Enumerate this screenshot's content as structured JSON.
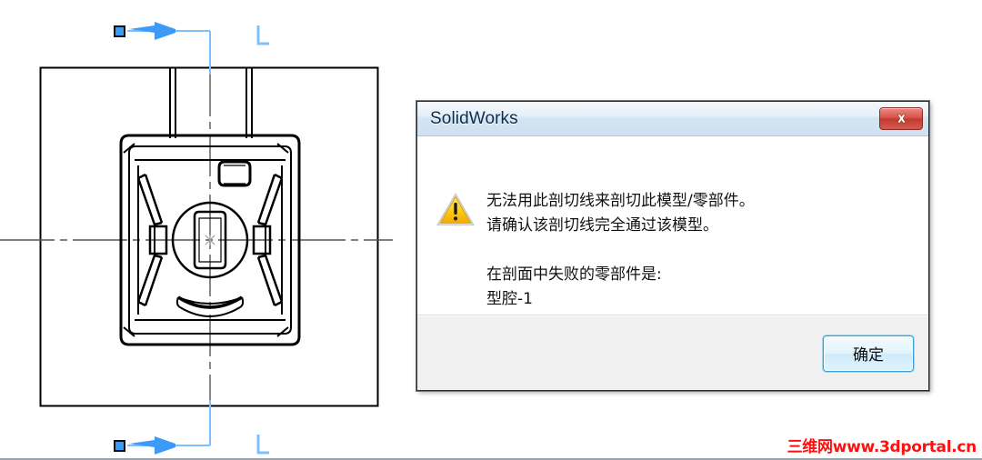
{
  "dialog": {
    "title": "SolidWorks",
    "close_label": "close-icon",
    "warning_icon": "warning-triangle-icon",
    "message_lines": [
      "无法用此剖切线来剖切此模型/零部件。",
      "请确认该剖切线完全通过该模型。",
      "",
      "在剖面中失败的零部件是:",
      "型腔-1"
    ],
    "ok_label": "确定",
    "colors": {
      "titlebar_text": "#0b2c4e",
      "close_red": "#c23b31",
      "ok_focus_blue": "#3c9fd4",
      "body_bg": "#ffffff",
      "footer_bg": "#f0f0f0"
    }
  },
  "drawing": {
    "name": "section-view-drawing",
    "section_line_color": "#4da3f5",
    "geometry_color": "#000000",
    "centerline_color": "#555555",
    "markers": {
      "top_handle_label": "section-line-handle-top",
      "bottom_handle_label": "section-line-handle-bottom",
      "top_letter_label": "section-letter-top",
      "bottom_letter_label": "section-letter-bottom",
      "arrow_label": "section-direction-arrow"
    }
  },
  "watermark": {
    "text": "三维网www.3dportal.cn",
    "color": "#ff1010"
  }
}
